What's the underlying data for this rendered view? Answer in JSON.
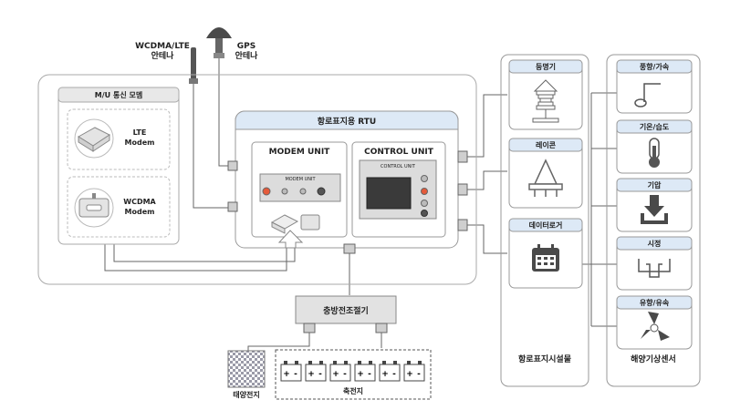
{
  "antennas": {
    "wcdma_lte": "WCDMA/LTE\n안테나",
    "gps": "GPS\n안테나"
  },
  "mu_module": {
    "title": "M/U 통신 모뎀",
    "lte_label": "LTE\nModem",
    "wcdma_label": "WCDMA\nModem"
  },
  "rtu": {
    "title": "항로표지용 RTU",
    "modem_unit": "MODEM UNIT",
    "modem_unit_plate": "MODEM UNIT",
    "control_unit": "CONTROL UNIT",
    "control_unit_plate": "CONTROL UNIT"
  },
  "charge_controller": "충방전조절기",
  "solar_panel": "태양전지",
  "battery": "축전지",
  "facilities": {
    "title": "항로표지시설물",
    "items": [
      "등명기",
      "레이콘",
      "데이터로거"
    ]
  },
  "sensors": {
    "title": "해양기상센서",
    "items": [
      "풍향/가속",
      "기온/습도",
      "기압",
      "시정",
      "유향/유속"
    ]
  },
  "colors": {
    "header_blue": "#dde9f6",
    "header_gray": "#e8e8e8",
    "accent_red": "#e55a3a",
    "panel_border": "#999999"
  }
}
